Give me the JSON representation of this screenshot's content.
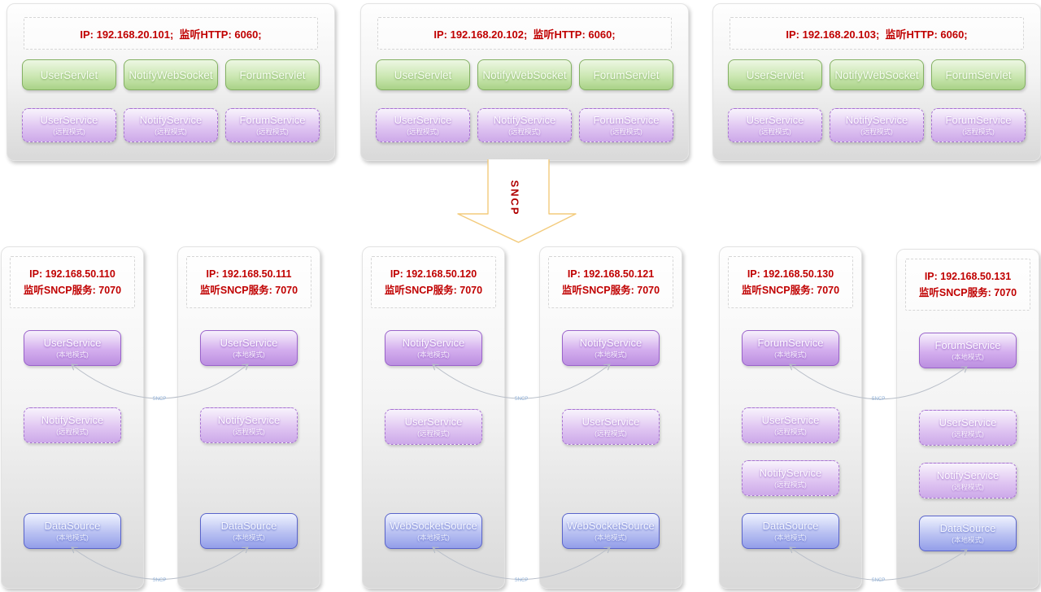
{
  "web_servers": [
    {
      "header": "IP: 192.168.20.101;  监听HTTP: 6060;",
      "servlets": [
        "UserServlet",
        "NotifyWebSocket",
        "ForumServlet"
      ],
      "services": [
        {
          "name": "UserService",
          "mode": "(远程模式)"
        },
        {
          "name": "NotifyService",
          "mode": "(远程模式)"
        },
        {
          "name": "ForumService",
          "mode": "(远程模式)"
        }
      ]
    },
    {
      "header": "IP: 192.168.20.102;  监听HTTP: 6060;",
      "servlets": [
        "UserServlet",
        "NotifyWebSocket",
        "ForumServlet"
      ],
      "services": [
        {
          "name": "UserService",
          "mode": "(远程模式)"
        },
        {
          "name": "NotifyService",
          "mode": "(远程模式)"
        },
        {
          "name": "ForumService",
          "mode": "(远程模式)"
        }
      ]
    },
    {
      "header": "IP: 192.168.20.103;  监听HTTP: 6060;",
      "servlets": [
        "UserServlet",
        "NotifyWebSocket",
        "ForumServlet"
      ],
      "services": [
        {
          "name": "UserService",
          "mode": "(远程模式)"
        },
        {
          "name": "NotifyService",
          "mode": "(远程模式)"
        },
        {
          "name": "ForumService",
          "mode": "(远程模式)"
        }
      ]
    }
  ],
  "big_arrow": {
    "label": "SNCP"
  },
  "connector_label": "SNCP",
  "service_nodes": [
    {
      "ip": "IP: 192.168.50.110",
      "listen": "监听SNCP服务: 7070",
      "services": [
        {
          "name": "UserService",
          "mode": "(本地模式)"
        },
        {
          "name": "NotifyService",
          "mode": "(远程模式)"
        },
        {
          "name": "DataSource",
          "mode": "(本地模式)"
        }
      ]
    },
    {
      "ip": "IP: 192.168.50.111",
      "listen": "监听SNCP服务: 7070",
      "services": [
        {
          "name": "UserService",
          "mode": "(本地模式)"
        },
        {
          "name": "NotifyService",
          "mode": "(远程模式)"
        },
        {
          "name": "DataSource",
          "mode": "(本地模式)"
        }
      ]
    },
    {
      "ip": "IP: 192.168.50.120",
      "listen": "监听SNCP服务: 7070",
      "services": [
        {
          "name": "NotifyService",
          "mode": "(本地模式)"
        },
        {
          "name": "UserService",
          "mode": "(远程模式)"
        },
        {
          "name": "WebSocketSource",
          "mode": "(本地模式)"
        }
      ]
    },
    {
      "ip": "IP: 192.168.50.121",
      "listen": "监听SNCP服务: 7070",
      "services": [
        {
          "name": "NotifyService",
          "mode": "(本地模式)"
        },
        {
          "name": "UserService",
          "mode": "(远程模式)"
        },
        {
          "name": "WebSocketSource",
          "mode": "(本地模式)"
        }
      ]
    },
    {
      "ip": "IP: 192.168.50.130",
      "listen": "监听SNCP服务: 7070",
      "services": [
        {
          "name": "ForumService",
          "mode": "(本地模式)"
        },
        {
          "name": "UserService",
          "mode": "(远程模式)"
        },
        {
          "name": "NotifyService",
          "mode": "(远程模式)"
        },
        {
          "name": "DataSource",
          "mode": "(本地模式)"
        }
      ]
    },
    {
      "ip": "IP: 192.168.50.131",
      "listen": "监听SNCP服务: 7070",
      "services": [
        {
          "name": "ForumService",
          "mode": "(本地模式)"
        },
        {
          "name": "UserService",
          "mode": "(远程模式)"
        },
        {
          "name": "NotifyService",
          "mode": "(远程模式)"
        },
        {
          "name": "DataSource",
          "mode": "(本地模式)"
        }
      ]
    }
  ],
  "colors": {
    "red_text": "#c00000",
    "green_border": "#84b163",
    "purple_border": "#9a63cb",
    "blue_border": "#5a64cb",
    "arrow_stroke": "#f3cb7c",
    "connector_stroke": "#b4bbc6"
  }
}
